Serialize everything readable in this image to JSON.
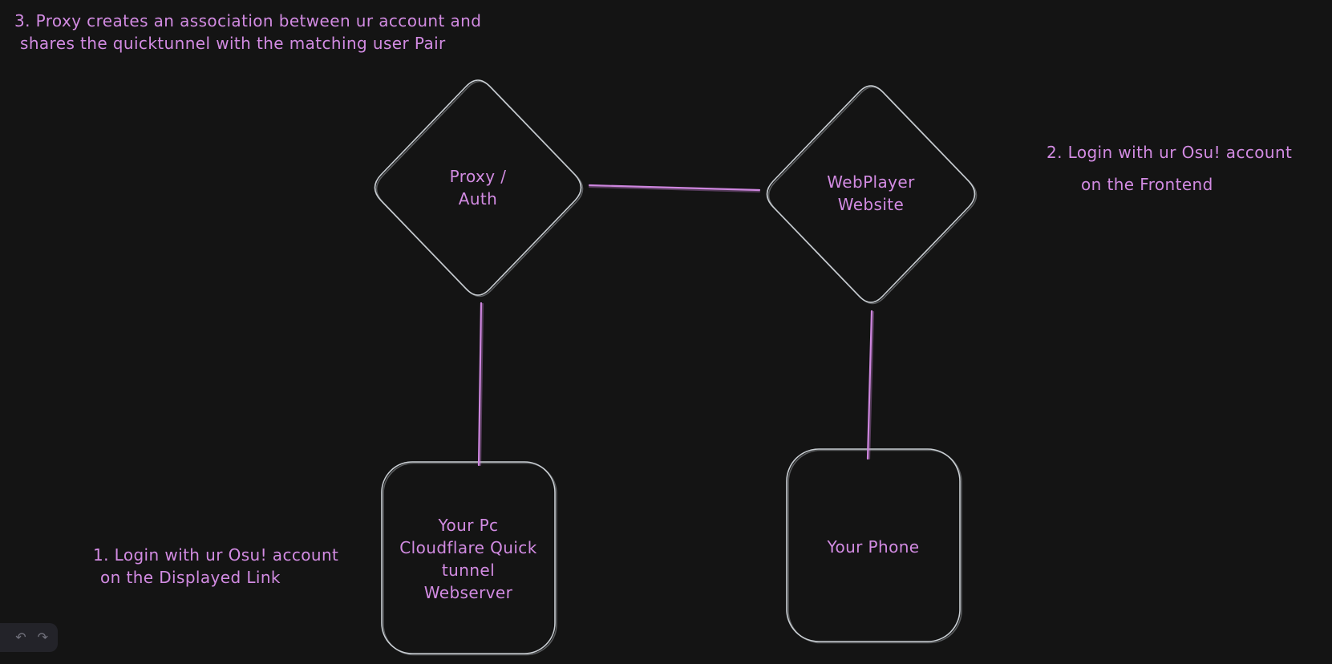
{
  "canvas": {
    "bg": "#141414",
    "island_bg": "#232329",
    "icon": "#72727d",
    "shape_stroke": "#c9ced3",
    "accent": "#d28be2",
    "connector": "#cd85de"
  },
  "annotations": {
    "note3": {
      "line1": "3. Proxy creates an association between ur account and",
      "line2": "shares the quicktunnel with the matching user Pair"
    },
    "note2": {
      "line1": "2. Login with ur Osu! account",
      "line2": "on the Frontend"
    },
    "note1": {
      "line1": "1. Login with ur Osu! account",
      "line2": "on the Displayed Link"
    }
  },
  "nodes": {
    "proxy_auth": {
      "shape": "diamond",
      "line1": "Proxy /",
      "line2": "Auth"
    },
    "webplayer": {
      "shape": "diamond",
      "line1": "WebPlayer",
      "line2": "Website"
    },
    "pc_tunnel": {
      "shape": "rectangle",
      "line1": "Your Pc",
      "line2": "Cloudflare Quick",
      "line3": "tunnel",
      "line4": "Webserver"
    },
    "phone": {
      "shape": "rectangle",
      "line1": "Your Phone"
    }
  },
  "toolbar": {
    "undo_icon": "↶",
    "redo_icon": "↷"
  }
}
